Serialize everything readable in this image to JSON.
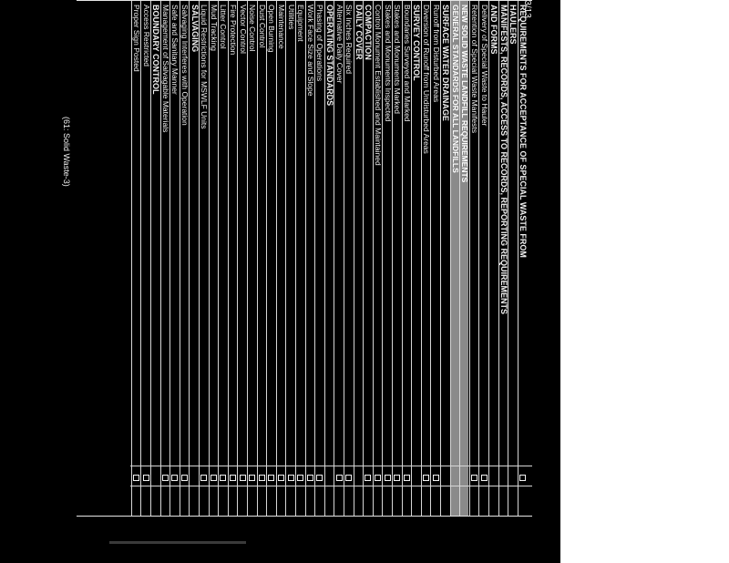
{
  "header": {
    "date_fragment": "/23/13",
    "section_number": "1"
  },
  "rows": [
    {
      "label": "REQUIREMENTS FOR ACCEPTANCE OF SPECIAL WASTE FROM",
      "type": "heading",
      "checkbox": true
    },
    {
      "label": "HAULERS",
      "type": "heading",
      "checkbox": false
    },
    {
      "label": "MANIFESTS, RECORDS, ACCESS TO RECORDS, REPORTING REQUIREMENTS",
      "type": "heading",
      "checkbox": false
    },
    {
      "label": "AND FORMS",
      "type": "heading",
      "checkbox": false
    },
    {
      "label": "Delivery of Special Waste to Hauler",
      "type": "item",
      "checkbox": true
    },
    {
      "label": "Retention of Special Waste Manifests",
      "type": "item",
      "checkbox": true
    },
    {
      "label": "NEW SOLID WASTE LANDFILL REQUIREMENTS",
      "type": "shaded",
      "checkbox": false
    },
    {
      "label": "GENERAL STANDARDS FOR ALL LANDFILLS",
      "type": "shaded",
      "checkbox": false
    },
    {
      "label": "SURFACE WATER DRAINAGE",
      "type": "heading",
      "checkbox": false
    },
    {
      "label": "Runoff from Disturbed Areas",
      "type": "item",
      "checkbox": true
    },
    {
      "label": "Diversion of Runoff from Undisturbed Areas",
      "type": "item",
      "checkbox": true
    },
    {
      "label": "SURVEY CONTROL",
      "type": "heading",
      "checkbox": false
    },
    {
      "label": "Boundaries Surveyed and Marked",
      "type": "item",
      "checkbox": true
    },
    {
      "label": "Stakes and Monuments Marked",
      "type": "item",
      "checkbox": true
    },
    {
      "label": "Stakes and Monuments Inspected",
      "type": "item",
      "checkbox": true
    },
    {
      "label": "Control Monument Established and Maintained",
      "type": "item",
      "checkbox": true
    },
    {
      "label": "COMPACTION",
      "type": "heading",
      "checkbox": true
    },
    {
      "label": "DAILY COVER",
      "type": "heading",
      "checkbox": false
    },
    {
      "label": "Six Inches Required",
      "type": "item",
      "checkbox": true
    },
    {
      "label": "Alternative Daily Cover",
      "type": "item",
      "checkbox": true
    },
    {
      "label": "OPERATING STANDARDS",
      "type": "heading",
      "checkbox": false
    },
    {
      "label": "Phasing of Operations",
      "type": "item",
      "checkbox": true
    },
    {
      "label": "Work Face Size and Slope",
      "type": "item",
      "checkbox": true
    },
    {
      "label": "Equipment",
      "type": "item",
      "checkbox": true
    },
    {
      "label": "Utilities",
      "type": "item",
      "checkbox": true
    },
    {
      "label": "Maintenance",
      "type": "item",
      "checkbox": true
    },
    {
      "label": "Open Burning",
      "type": "item",
      "checkbox": true
    },
    {
      "label": "Dust Control",
      "type": "item",
      "checkbox": true
    },
    {
      "label": "Noise Control",
      "type": "item",
      "checkbox": true
    },
    {
      "label": "Vector Control",
      "type": "item",
      "checkbox": true
    },
    {
      "label": "Fire Protection",
      "type": "item",
      "checkbox": true
    },
    {
      "label": "Litter Control",
      "type": "item",
      "checkbox": true
    },
    {
      "label": "Mud Tracking",
      "type": "item",
      "checkbox": true
    },
    {
      "label": "Liquid Restrictions for MSWLF Units",
      "type": "item",
      "checkbox": true
    },
    {
      "label": "SALVAGING",
      "type": "heading",
      "checkbox": false
    },
    {
      "label": "Salvaging Interferes with Operation",
      "type": "item",
      "checkbox": true
    },
    {
      "label": "Safe and Sanitary Manner",
      "type": "item",
      "checkbox": true
    },
    {
      "label": "Management of Salvagable Materials",
      "type": "item",
      "checkbox": true
    },
    {
      "label": "BOUNDARY CONTROL",
      "type": "heading",
      "checkbox": false
    },
    {
      "label": "Access Restricted",
      "type": "item",
      "checkbox": true
    },
    {
      "label": "Proper Sign Posted",
      "type": "item",
      "checkbox": true
    }
  ],
  "footer": {
    "note": "(61: Solid Waste-3)"
  }
}
